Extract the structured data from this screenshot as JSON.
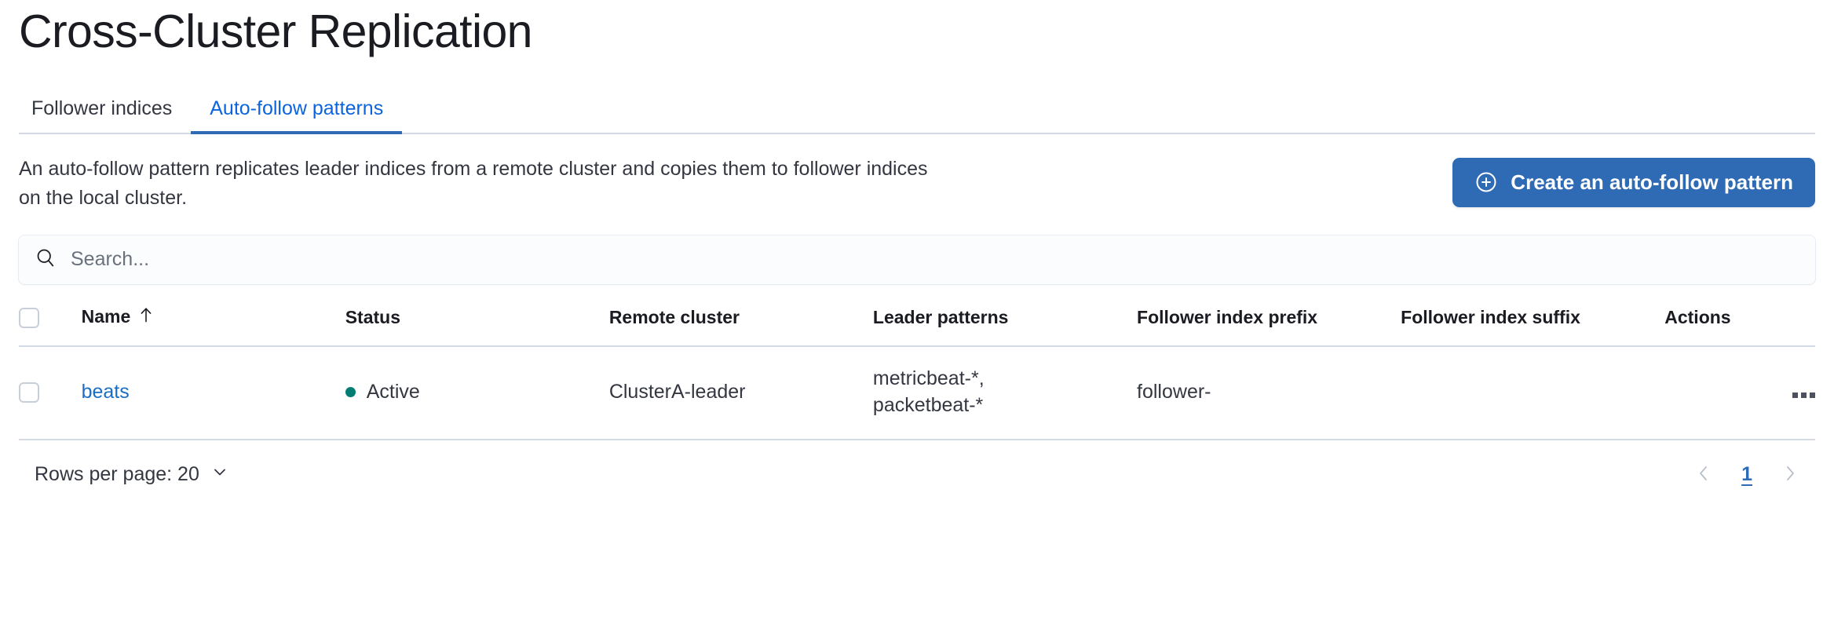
{
  "page": {
    "title": "Cross-Cluster Replication"
  },
  "tabs": [
    {
      "label": "Follower indices",
      "active": false
    },
    {
      "label": "Auto-follow patterns",
      "active": true
    }
  ],
  "intro": {
    "description": "An auto-follow pattern replicates leader indices from a remote cluster and copies them to follower indices on the local cluster.",
    "create_button_label": "Create an auto-follow pattern",
    "create_button_icon": "plus-in-circle-icon",
    "accent_color": "#2f6bb5"
  },
  "search": {
    "placeholder": "Search...",
    "value": "",
    "icon": "search-icon"
  },
  "table": {
    "columns": [
      {
        "key": "name",
        "label": "Name",
        "sorted": true,
        "sort_direction": "asc",
        "sort_icon": "arrow-up-icon"
      },
      {
        "key": "status",
        "label": "Status"
      },
      {
        "key": "remote_cluster",
        "label": "Remote cluster"
      },
      {
        "key": "leader_patterns",
        "label": "Leader patterns"
      },
      {
        "key": "follower_index_prefix",
        "label": "Follower index prefix"
      },
      {
        "key": "follower_index_suffix",
        "label": "Follower index suffix"
      },
      {
        "key": "actions",
        "label": "Actions"
      }
    ],
    "select_all_checkbox": {
      "checked": false,
      "icon": "checkbox-icon"
    },
    "rows": [
      {
        "checkbox": {
          "checked": false,
          "icon": "checkbox-icon"
        },
        "name": "beats",
        "status": "Active",
        "status_color": "#017d73",
        "remote_cluster": "ClusterA-leader",
        "leader_patterns": [
          "metricbeat-*,",
          "packetbeat-*"
        ],
        "follower_index_prefix": "follower-",
        "follower_index_suffix": "",
        "actions_icon": "ellipsis-horizontal-icon"
      }
    ]
  },
  "footer": {
    "rows_per_page_label": "Rows per page: 20",
    "rows_per_page_icon": "chevron-down-icon",
    "pagination": {
      "prev_icon": "chevron-left-icon",
      "next_icon": "chevron-right-icon",
      "pages": [
        "1"
      ],
      "current_page": "1"
    }
  }
}
